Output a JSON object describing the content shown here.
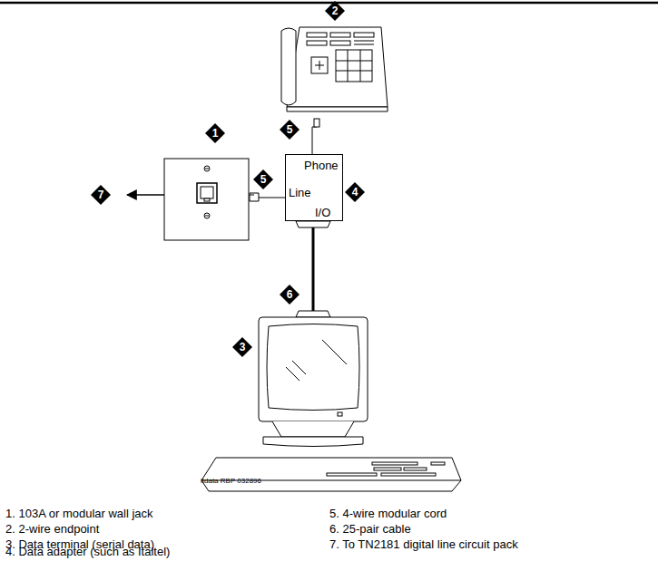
{
  "diagram": {
    "nodes": [
      {
        "text": [
          "Phone",
          "Line",
          "I/O"
        ]
      }
    ],
    "labels": [
      "2",
      "5",
      "5",
      "1",
      "4",
      "7",
      "6",
      "3",
      "itdata RBP 032896",
      "1. 103A or modular wall jack",
      "2. 2-wire endpoint",
      "3. Data terminal (serial data)",
      "4. Data adapter (such as Italtel)",
      "5. 4-wire modular cord",
      "6. 25-pair cable",
      "7. To TN2181 digital line circuit pack"
    ]
  }
}
